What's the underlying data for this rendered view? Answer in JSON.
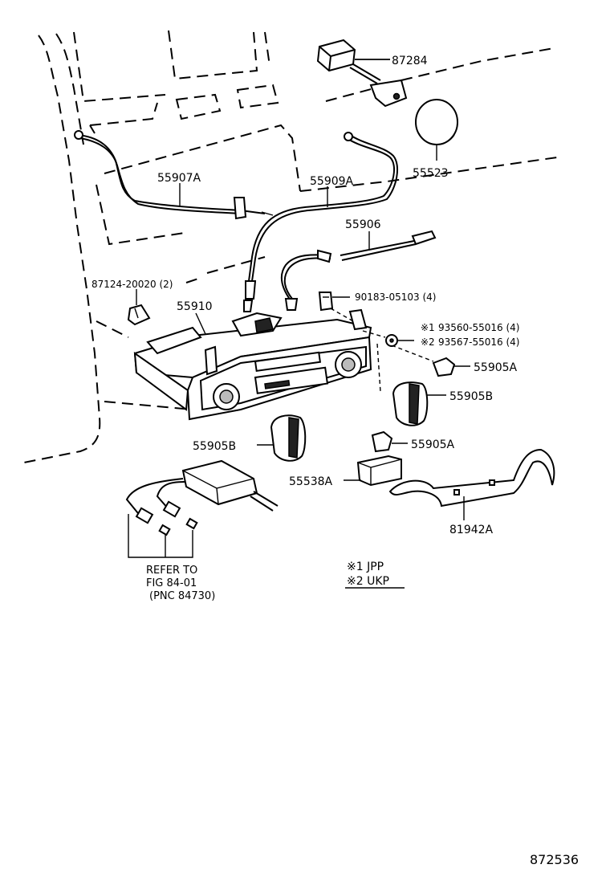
{
  "parts": {
    "p87284": "87284",
    "p55523": "55523",
    "p55907A": "55907A",
    "p55909A": "55909A",
    "p55906": "55906",
    "p87124": "87124-20020 (2)",
    "p90183": "90183-05103 (4)",
    "p55910": "55910",
    "p93560": "93560-55016 (4)",
    "p93567": "93567-55016 (4)",
    "p55905A_1": "55905A",
    "p55905B_1": "55905B",
    "p55905B_2": "55905B",
    "p55905A_2": "55905A",
    "p55538A": "55538A",
    "p81942A": "81942A"
  },
  "markers": {
    "note1": "※1",
    "note2": "※2"
  },
  "refer": {
    "line1": "REFER TO",
    "line2": "FIG 84-01",
    "line3": "(PNC 84730)"
  },
  "legend": {
    "line1": "※1 JPP",
    "line2": "※2 UKP"
  },
  "figure_number": "872536"
}
